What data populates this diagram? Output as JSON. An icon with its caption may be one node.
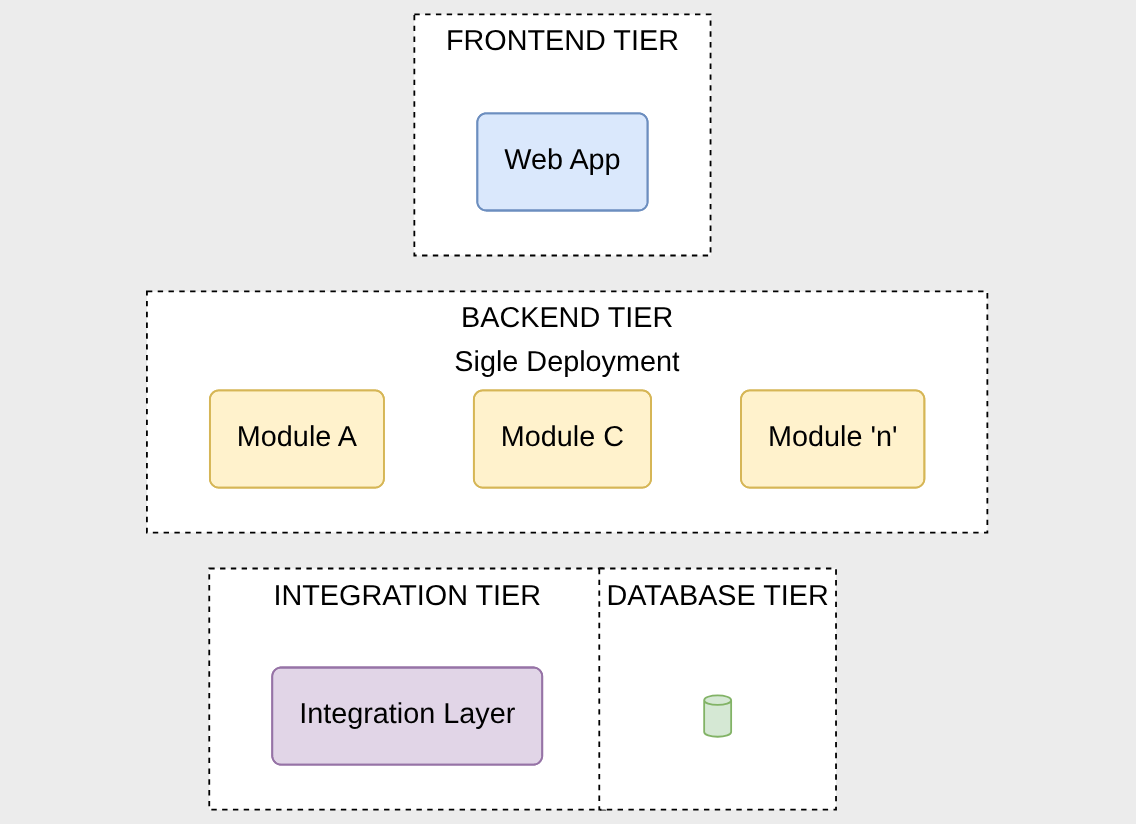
{
  "diagram": {
    "nodes": [
      {
        "text": [
          "FRONTEND TIER"
        ]
      },
      {
        "text": [
          "Web App"
        ],
        "in": 0
      },
      {
        "text": [
          "BACKEND TIER",
          "Sigle Deployment"
        ]
      },
      {
        "text": [
          "Module A"
        ],
        "in": 2
      },
      {
        "text": [
          "Module C"
        ],
        "in": 2
      },
      {
        "text": [
          "Module 'n'"
        ],
        "in": 2
      },
      {
        "text": [
          "DATABASE TIER"
        ]
      },
      {
        "text": [],
        "shape": "cylinder",
        "in": 6
      },
      {
        "text": [
          "INTEGRATION TIER"
        ]
      },
      {
        "text": [
          "Integration Layer"
        ],
        "in": 8
      }
    ]
  }
}
